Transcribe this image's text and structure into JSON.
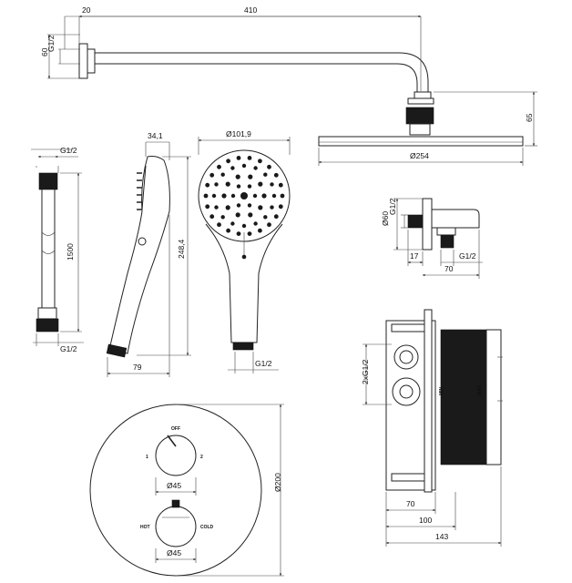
{
  "shower_arm": {
    "offset": "20",
    "length": "410",
    "height": "60",
    "thread": "G1/2"
  },
  "shower_head": {
    "height": "65",
    "diameter": "Ø254"
  },
  "hose": {
    "thread_top": "G1/2",
    "length": "1500",
    "thread_bottom": "G1/2"
  },
  "hand_shower": {
    "depth": "34,1",
    "length": "248,4",
    "width": "79",
    "head_diameter": "Ø101,9",
    "thread": "G1/2"
  },
  "wall_outlet": {
    "thread": "G1/2",
    "diameter": "Ø60",
    "depth": "17",
    "length": "70",
    "thread_out": "G1/2"
  },
  "control_panel": {
    "diameter": "Ø200",
    "upper_knob": "Ø45",
    "lower_knob": "Ø45",
    "off_label": "OFF",
    "pos1_label": "1",
    "pos2_label": "2",
    "hot_label": "HOT",
    "cold_label": "COLD"
  },
  "valve_body": {
    "connections": "2xG1/2",
    "min_label": "MIN",
    "max_label": "MAX",
    "dim_70": "70",
    "dim_100": "100",
    "dim_143": "143"
  }
}
